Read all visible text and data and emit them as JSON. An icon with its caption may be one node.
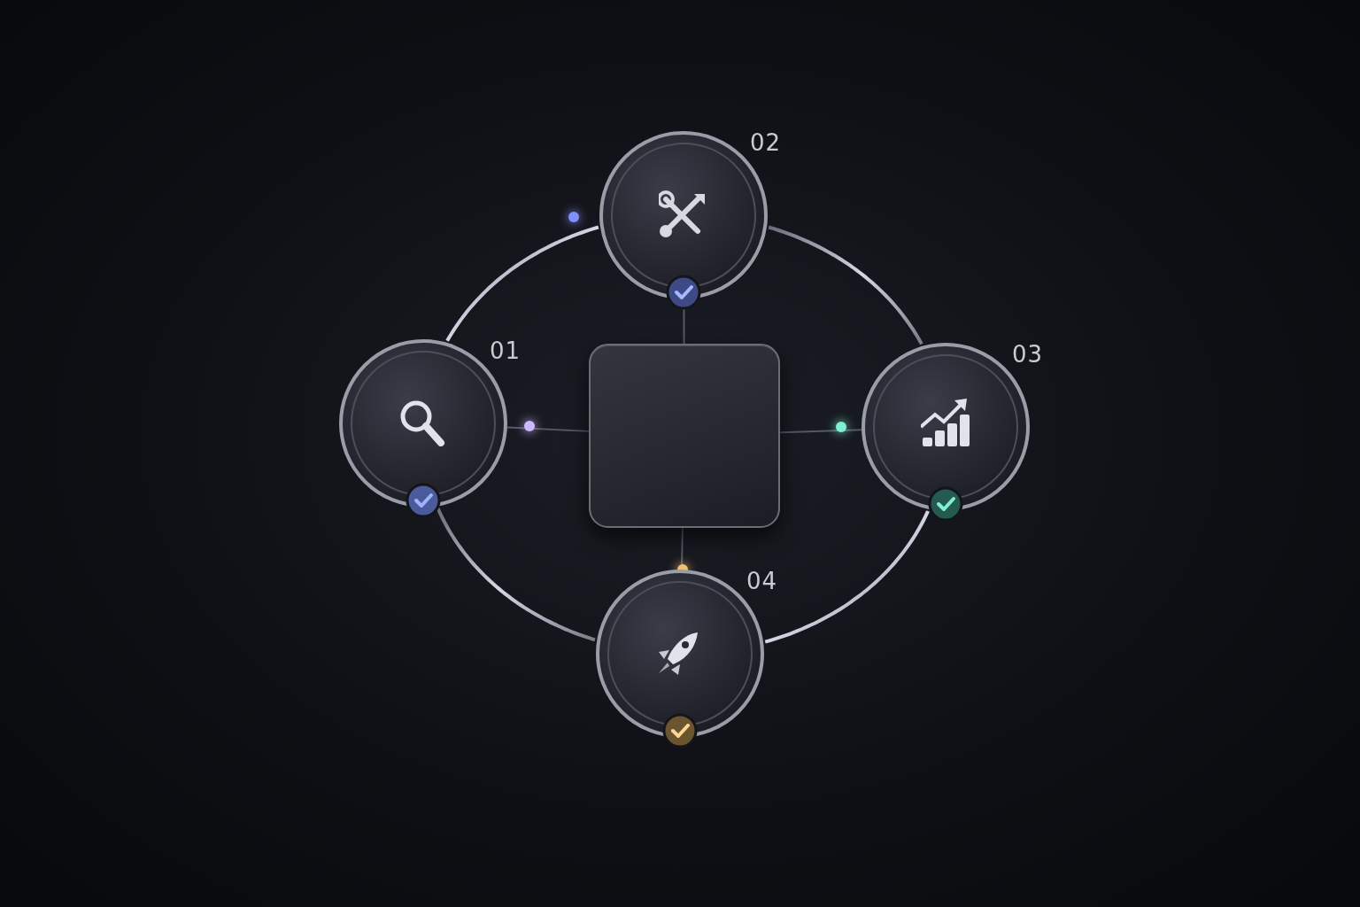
{
  "diagram": {
    "nodes": [
      {
        "text": [],
        "shape": "box"
      },
      {
        "text": [],
        "shape": "circle",
        "beside": [
          "01"
        ]
      },
      {
        "text": [],
        "shape": "circle",
        "beside": [
          "02"
        ]
      },
      {
        "text": [],
        "shape": "circle",
        "beside": [
          "03"
        ]
      },
      {
        "text": [],
        "shape": "circle",
        "beside": [
          "04"
        ]
      }
    ],
    "edges": [
      {
        "from": 1,
        "to": 2,
        "arrow": "none",
        "style": "thick"
      },
      {
        "from": 2,
        "to": 3,
        "arrow": "none",
        "style": "thick"
      },
      {
        "from": 3,
        "to": 4,
        "arrow": "none",
        "style": "thick"
      },
      {
        "from": 4,
        "to": 1,
        "arrow": "none",
        "style": "thick"
      },
      {
        "from": 0,
        "to": 1,
        "arrow": "none"
      },
      {
        "from": 0,
        "to": 2,
        "arrow": "none"
      },
      {
        "from": 0,
        "to": 3,
        "arrow": "none"
      },
      {
        "from": 0,
        "to": 4,
        "arrow": "none"
      }
    ]
  }
}
